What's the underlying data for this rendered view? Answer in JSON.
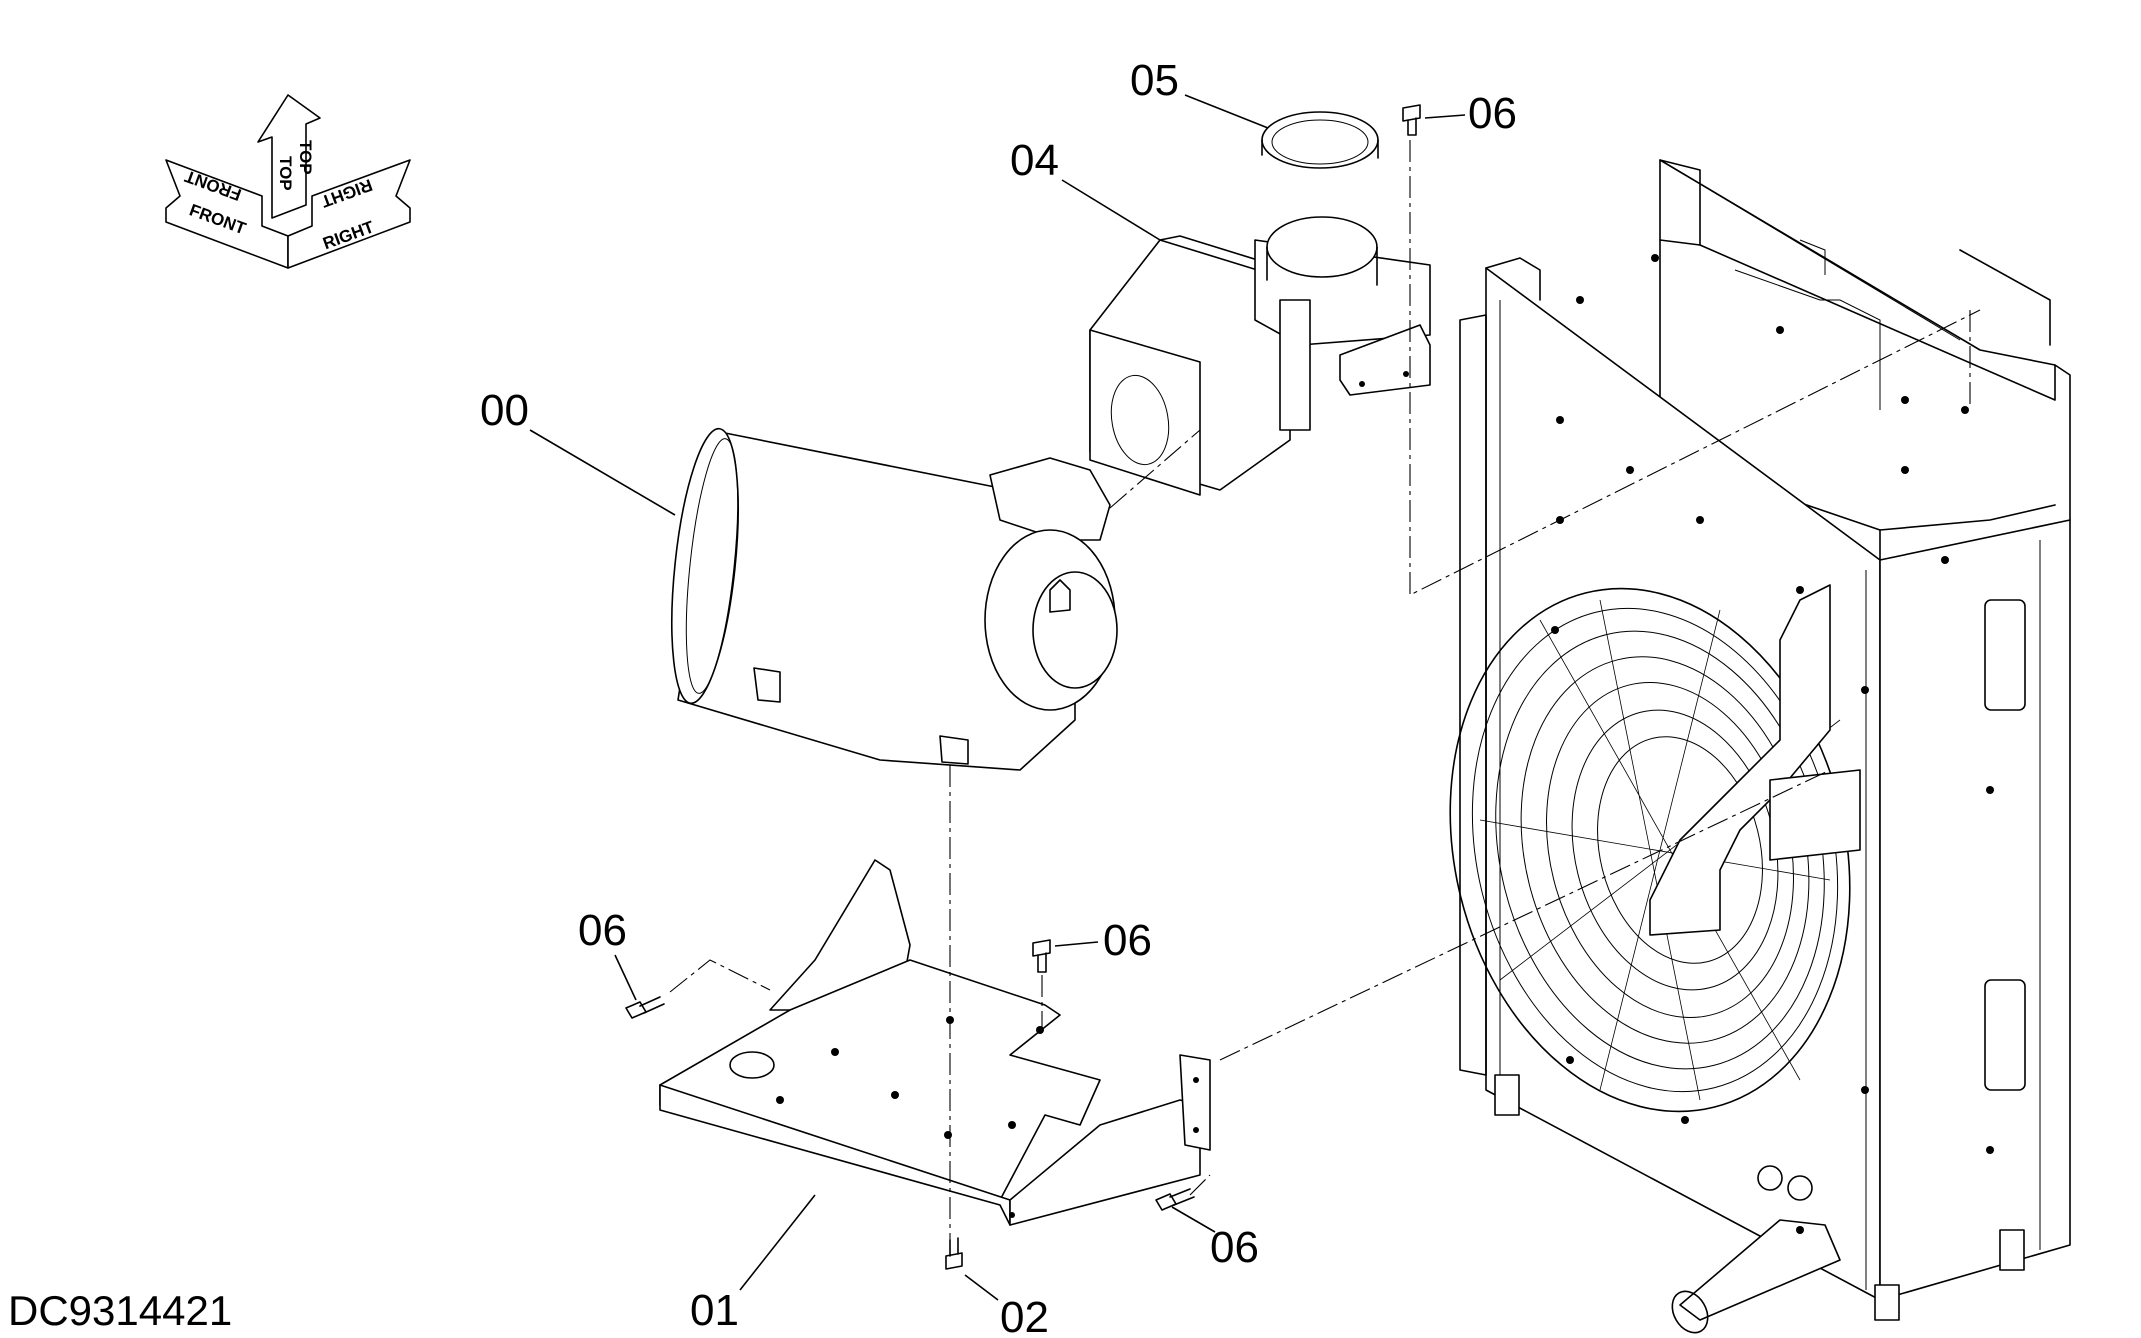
{
  "drawing_number": "DC9314421",
  "orientation_indicator": {
    "labels": [
      "FRONT",
      "FRONT",
      "TOP",
      "TOP",
      "RIGHT",
      "RIGHT"
    ]
  },
  "callouts": [
    {
      "id": "callout-00",
      "label": "00",
      "part": "air-cleaner"
    },
    {
      "id": "callout-01",
      "label": "01",
      "part": "mounting-bracket"
    },
    {
      "id": "callout-02",
      "label": "02",
      "part": "bolt"
    },
    {
      "id": "callout-04",
      "label": "04",
      "part": "intake-elbow"
    },
    {
      "id": "callout-05",
      "label": "05",
      "part": "hose-clamp"
    },
    {
      "id": "callout-06a",
      "label": "06",
      "part": "bolt"
    },
    {
      "id": "callout-06b",
      "label": "06",
      "part": "bolt"
    },
    {
      "id": "callout-06c",
      "label": "06",
      "part": "bolt"
    },
    {
      "id": "callout-06d",
      "label": "06",
      "part": "bolt"
    }
  ],
  "colors": {
    "line": "#000000",
    "background": "#ffffff"
  }
}
